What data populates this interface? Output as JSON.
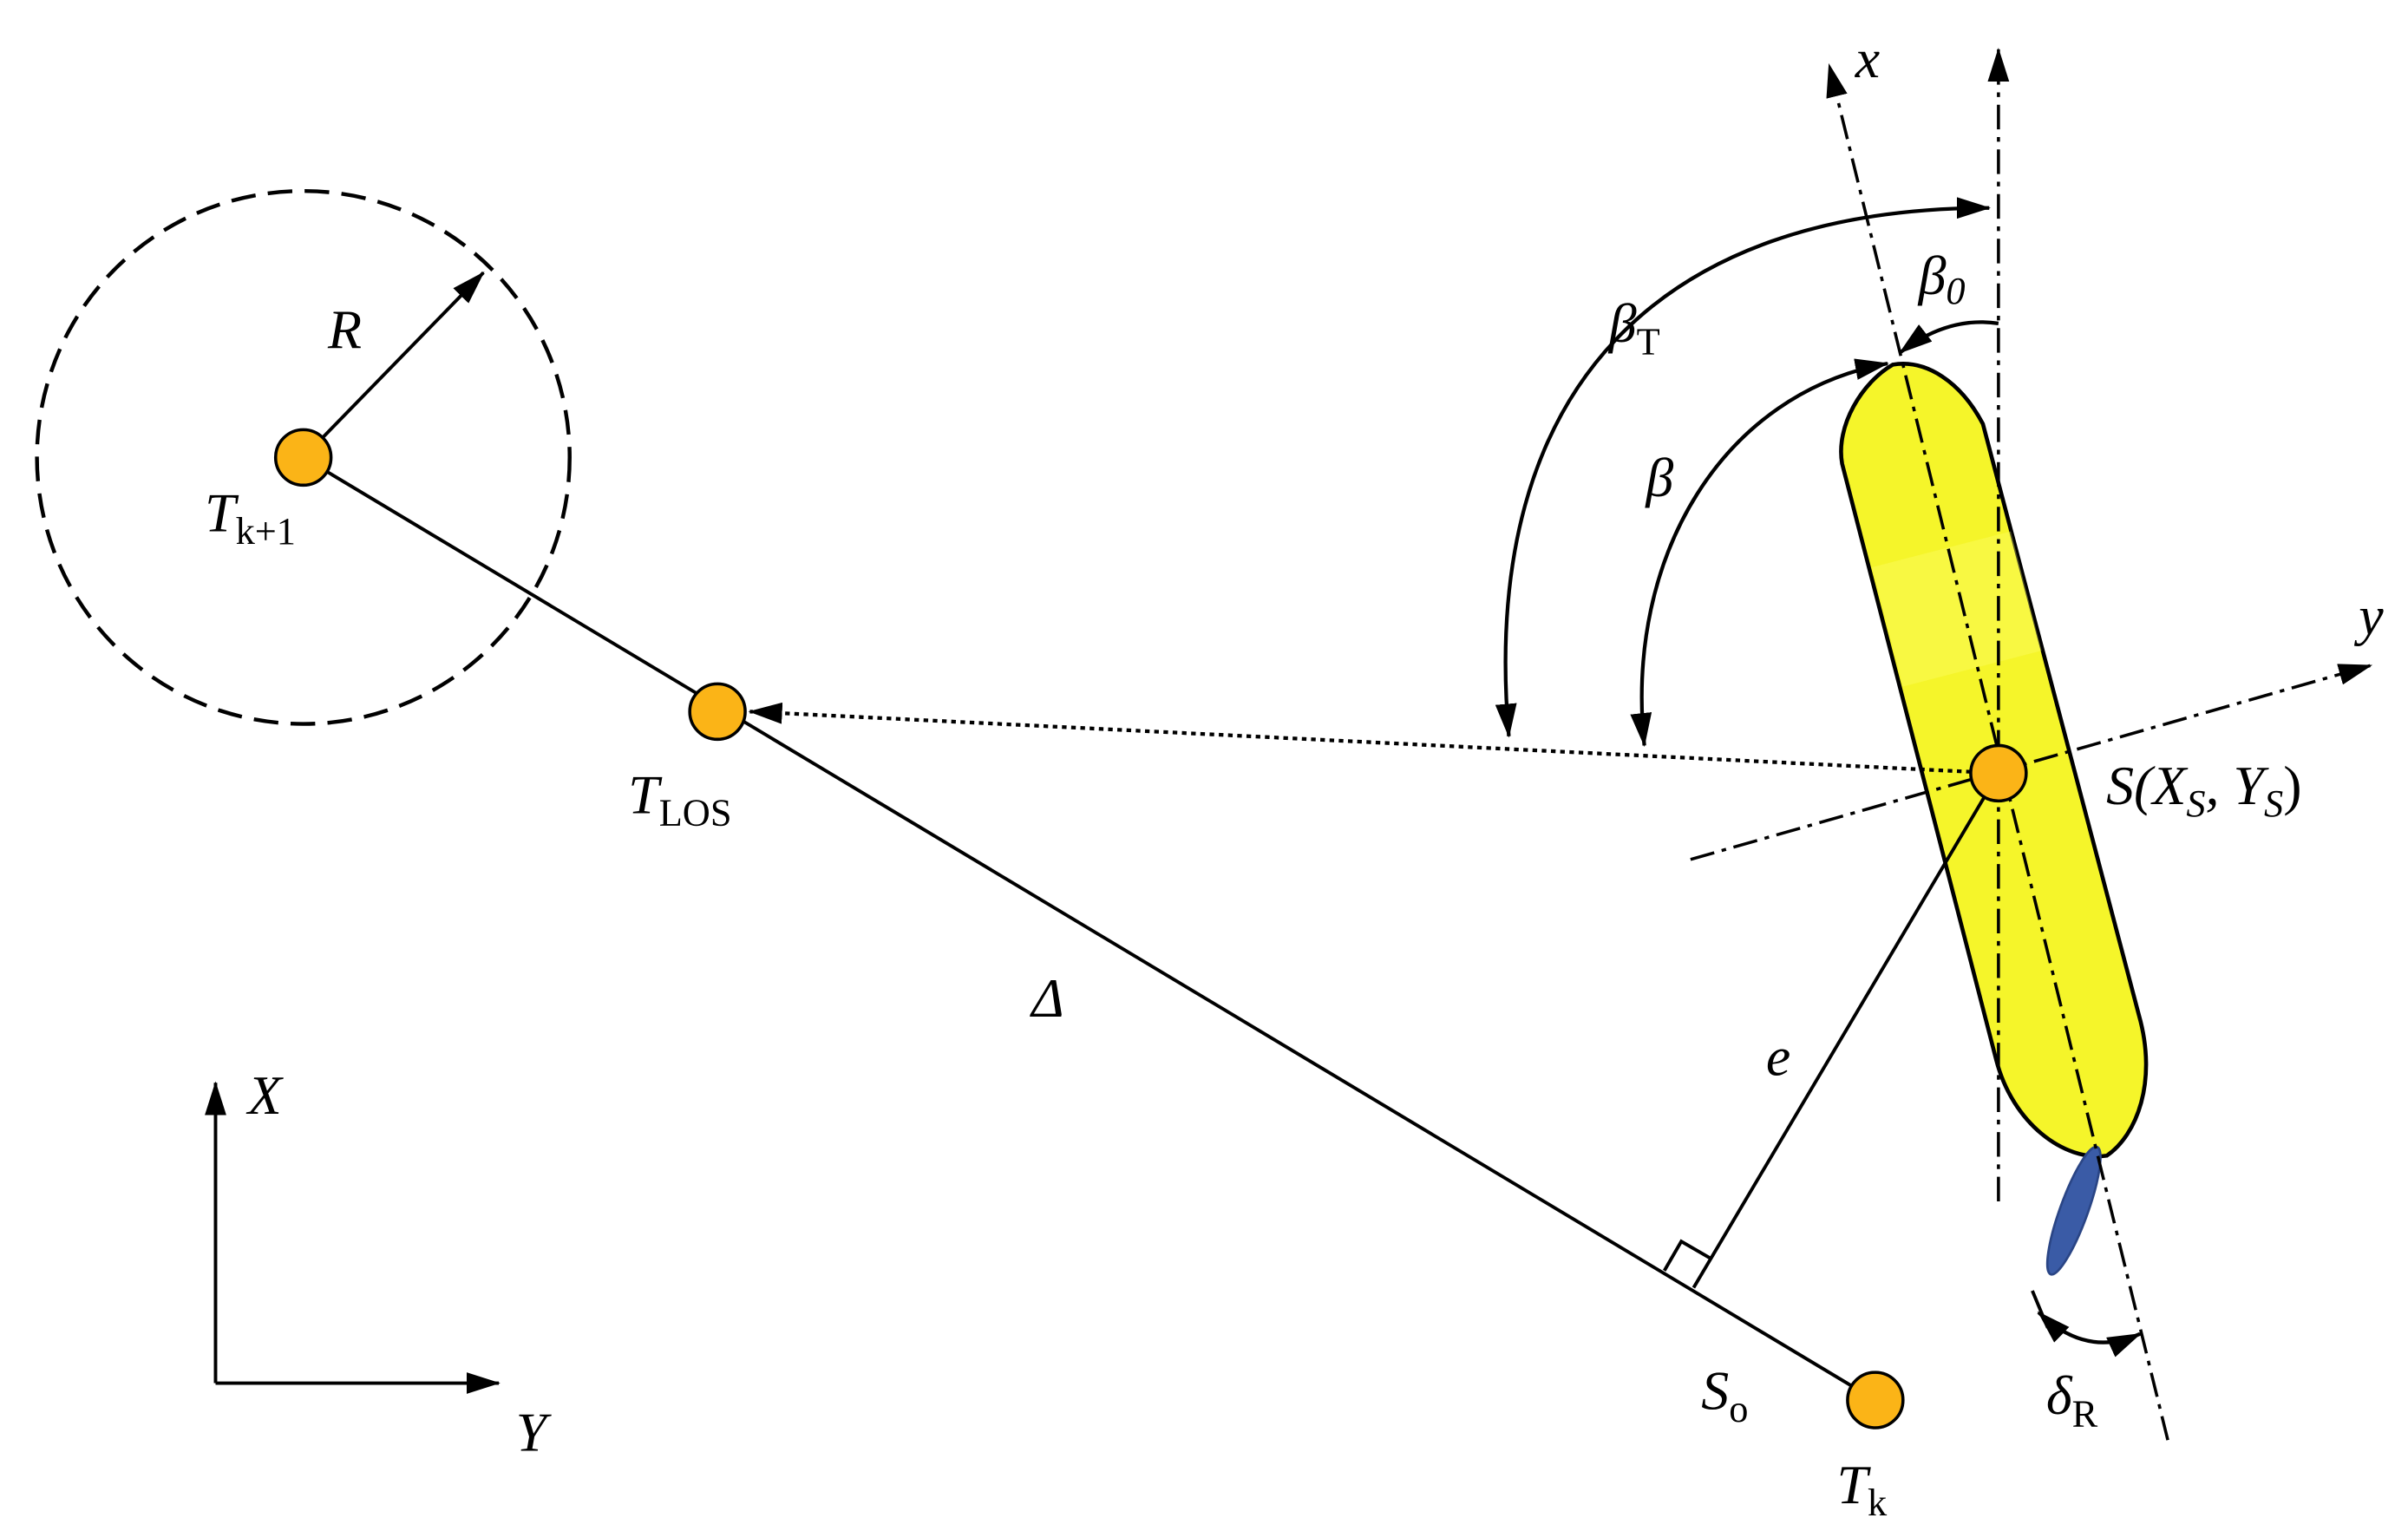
{
  "diagram": {
    "labels": {
      "radius": "R",
      "waypoint_next": {
        "main": "T",
        "sub": "k+1"
      },
      "los_point": {
        "main": "T",
        "sub": "LOS"
      },
      "lookahead_distance": "Δ",
      "cross_track_error": "e",
      "projection_point": {
        "main": "S",
        "sub": "o"
      },
      "waypoint_current": {
        "main": "T",
        "sub": "k"
      },
      "ship_position": {
        "part1": "S(X",
        "sub1": "S",
        "part2": ", Y",
        "sub2": "S",
        "part3": ")"
      },
      "body_x_axis": "x",
      "body_y_axis": "y",
      "beta_t": {
        "main": "β",
        "sub": "T"
      },
      "beta_0": {
        "main": "β",
        "sub": "0"
      },
      "beta": "β",
      "rudder_angle": {
        "main": "δ",
        "sub": "R"
      },
      "earth_x_axis": "X",
      "earth_y_axis": "Y"
    },
    "colors": {
      "waypoint": "#fbb417",
      "hull": "#f5f52a",
      "rudder": "#3a5ba6"
    }
  }
}
